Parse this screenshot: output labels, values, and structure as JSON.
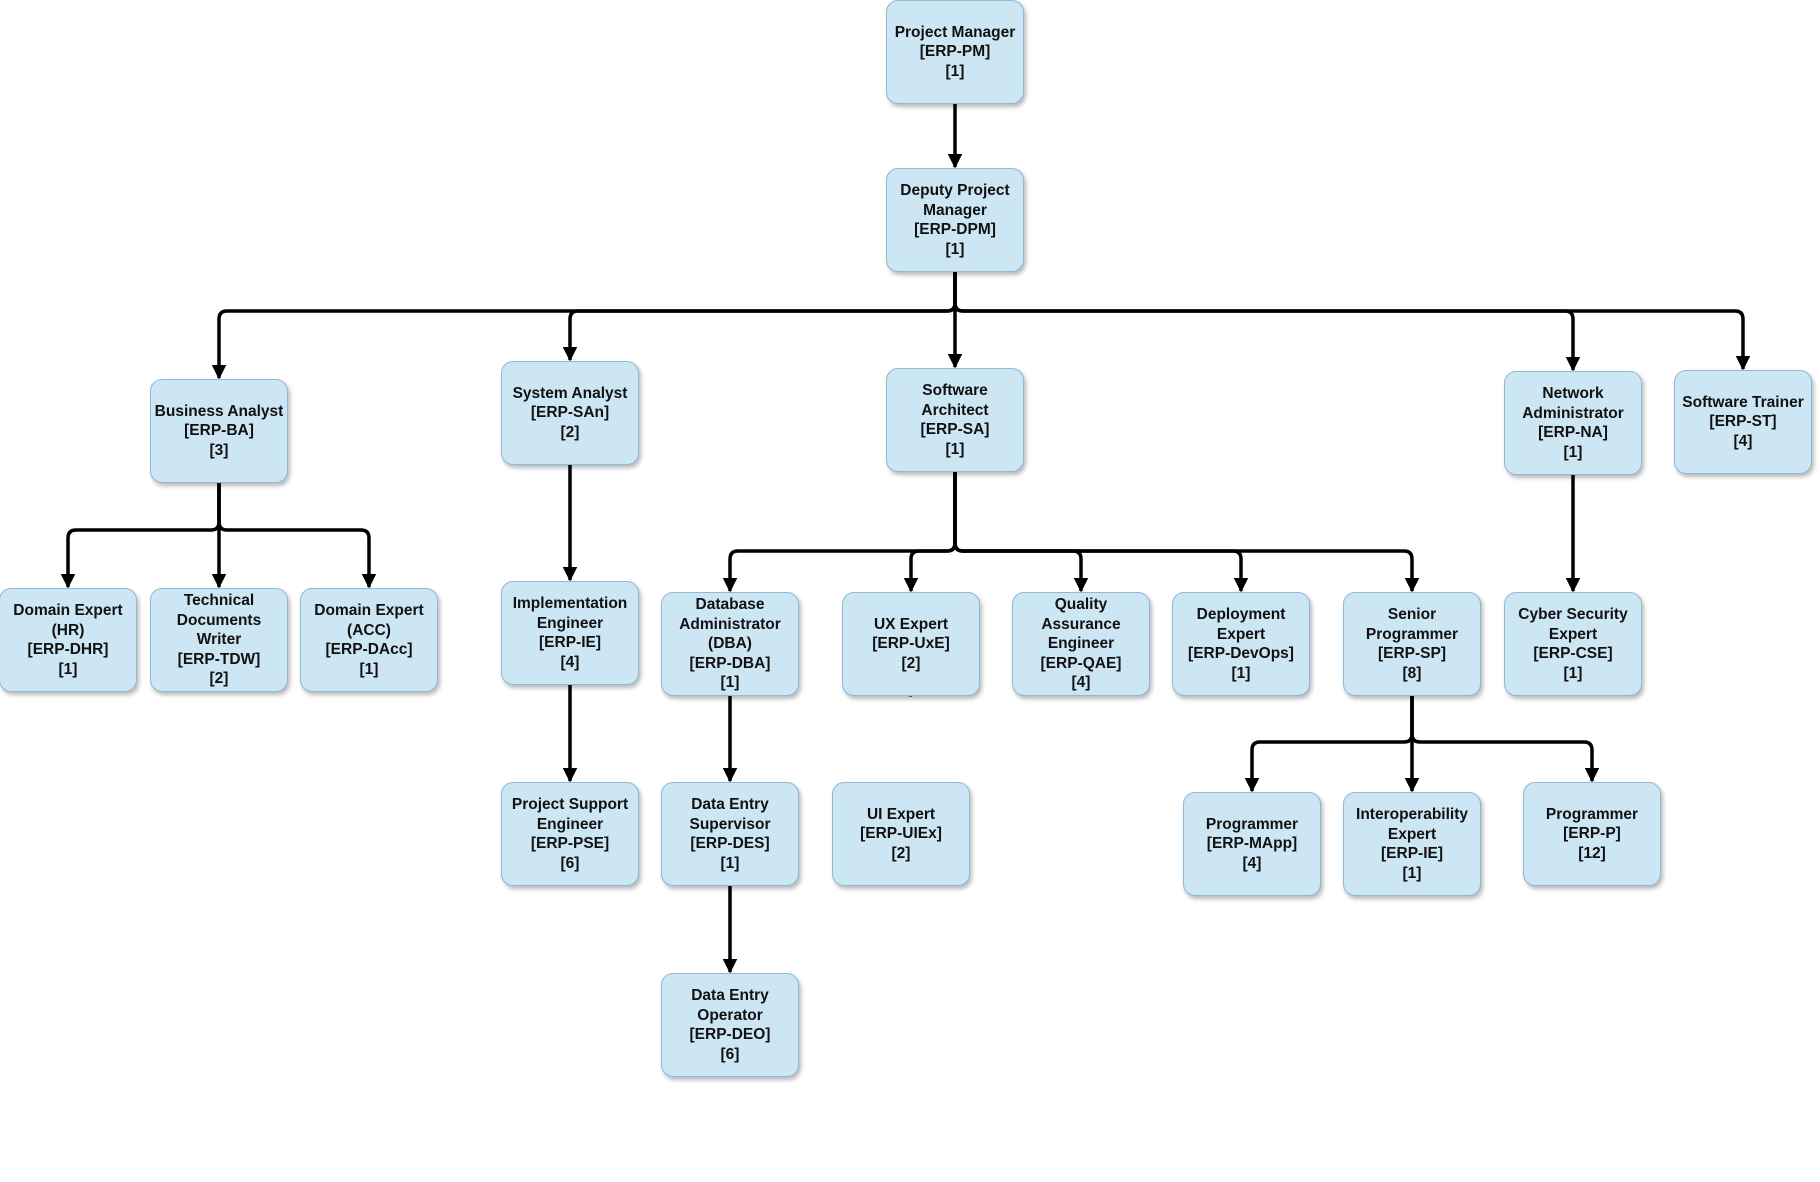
{
  "colors": {
    "node_fill": "#cce6f4",
    "node_border": "#8fb9d6",
    "edge": "#000000"
  },
  "nodes": [
    {
      "id": "pm",
      "lines": [
        "Project Manager",
        "[ERP-PM]",
        "[1]"
      ]
    },
    {
      "id": "dpm",
      "lines": [
        "Deputy Project",
        "Manager",
        "[ERP-DPM]",
        "[1]"
      ]
    },
    {
      "id": "ba",
      "lines": [
        "Business Analyst",
        "[ERP-BA]",
        "[3]"
      ]
    },
    {
      "id": "san",
      "lines": [
        "System Analyst",
        "[ERP-SAn]",
        "[2]"
      ]
    },
    {
      "id": "sa",
      "lines": [
        "Software",
        "Architect",
        "[ERP-SA]",
        "[1]"
      ]
    },
    {
      "id": "na",
      "lines": [
        "Network",
        "Administrator",
        "[ERP-NA]",
        "[1]"
      ]
    },
    {
      "id": "st",
      "lines": [
        "Software Trainer",
        "[ERP-ST]",
        "[4]"
      ]
    },
    {
      "id": "dhr",
      "lines": [
        "Domain Expert",
        "(HR)",
        "[ERP-DHR]",
        "[1]"
      ]
    },
    {
      "id": "tdw",
      "lines": [
        "Technical",
        "Documents",
        "Writer",
        "[ERP-TDW]",
        "[2]"
      ]
    },
    {
      "id": "dacc",
      "lines": [
        "Domain Expert",
        "(ACC)",
        "[ERP-DAcc]",
        "[1]"
      ]
    },
    {
      "id": "ie",
      "lines": [
        "Implementation",
        "Engineer",
        "[ERP-IE]",
        "[4]"
      ]
    },
    {
      "id": "pse",
      "lines": [
        "Project Support",
        "Engineer",
        "[ERP-PSE]",
        "[6]"
      ]
    },
    {
      "id": "dba",
      "lines": [
        "Database",
        "Administrator",
        "(DBA)",
        "[ERP-DBA]",
        "[1]"
      ]
    },
    {
      "id": "des",
      "lines": [
        "Data Entry",
        "Supervisor",
        "[ERP-DES]",
        "[1]"
      ]
    },
    {
      "id": "deo",
      "lines": [
        "Data Entry",
        "Operator",
        "[ERP-DEO]",
        "[6]"
      ]
    },
    {
      "id": "uxe",
      "lines": [
        "UX Expert",
        "[ERP-UxE]",
        "[2]"
      ]
    },
    {
      "id": "uie",
      "lines": [
        "UI Expert",
        "[ERP-UIEx]",
        "[2]"
      ]
    },
    {
      "id": "qae",
      "lines": [
        "Quality",
        "Assurance",
        "Engineer",
        "[ERP-QAE]",
        "[4]"
      ]
    },
    {
      "id": "devops",
      "lines": [
        "Deployment",
        "Expert",
        "[ERP-DevOps]",
        "[1]"
      ]
    },
    {
      "id": "sp",
      "lines": [
        "Senior",
        "Programmer",
        "[ERP-SP]",
        "[8]"
      ]
    },
    {
      "id": "cse",
      "lines": [
        "Cyber Security",
        "Expert",
        "[ERP-CSE]",
        "[1]"
      ]
    },
    {
      "id": "mapp",
      "lines": [
        "Programmer",
        "[ERP-MApp]",
        "[4]"
      ]
    },
    {
      "id": "iop",
      "lines": [
        "Interoperability",
        "Expert",
        "[ERP-IE]",
        "[1]"
      ]
    },
    {
      "id": "prog",
      "lines": [
        "Programmer",
        "[ERP-P]",
        "[12]"
      ]
    }
  ],
  "edges": [
    [
      "pm",
      "dpm"
    ],
    [
      "dpm",
      "ba"
    ],
    [
      "dpm",
      "san"
    ],
    [
      "dpm",
      "sa"
    ],
    [
      "dpm",
      "na"
    ],
    [
      "dpm",
      "st"
    ],
    [
      "ba",
      "dhr"
    ],
    [
      "ba",
      "tdw"
    ],
    [
      "ba",
      "dacc"
    ],
    [
      "san",
      "ie"
    ],
    [
      "ie",
      "pse"
    ],
    [
      "sa",
      "dba"
    ],
    [
      "sa",
      "uxe"
    ],
    [
      "sa",
      "qae"
    ],
    [
      "sa",
      "devops"
    ],
    [
      "sa",
      "sp"
    ],
    [
      "dba",
      "des"
    ],
    [
      "des",
      "deo"
    ],
    [
      "uxe",
      "uie"
    ],
    [
      "na",
      "cse"
    ],
    [
      "sp",
      "mapp"
    ],
    [
      "sp",
      "iop"
    ],
    [
      "sp",
      "prog"
    ]
  ]
}
